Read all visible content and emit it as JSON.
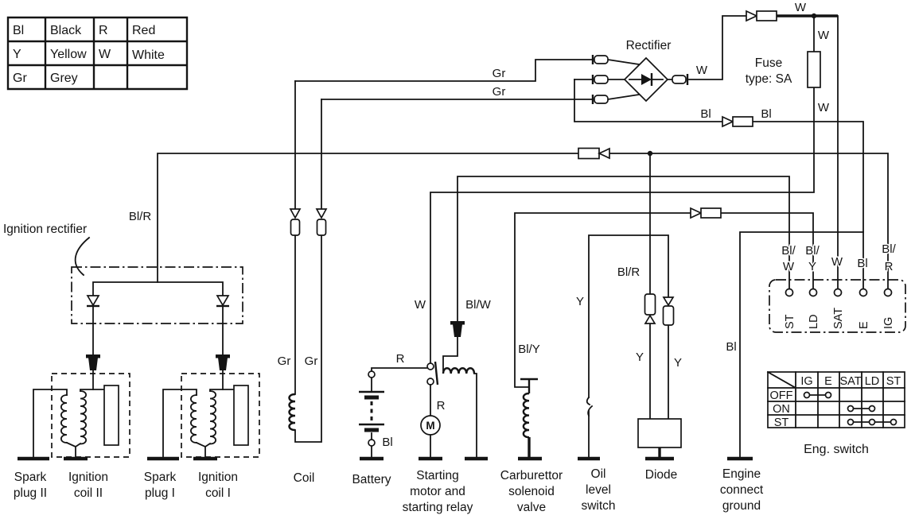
{
  "legend": {
    "rows": [
      [
        "Bl",
        "Black",
        "R",
        "Red"
      ],
      [
        "Y",
        "Yellow",
        "W",
        "White"
      ],
      [
        "Gr",
        "Grey",
        "",
        ""
      ]
    ]
  },
  "components": {
    "rectifier": "Rectifier",
    "fuse": {
      "line1": "Fuse",
      "line2": "type: SA"
    },
    "ignition_rectifier": "Ignition rectifier",
    "spark_plug_2": {
      "line1": "Spark",
      "line2": "plug II"
    },
    "ignition_coil_2": {
      "line1": "Ignition",
      "line2": "coil II"
    },
    "spark_plug_1": {
      "line1": "Spark",
      "line2": "plug I"
    },
    "ignition_coil_1": {
      "line1": "Ignition",
      "line2": "coil I"
    },
    "coil": "Coil",
    "battery": "Battery",
    "starting_motor": {
      "line1": "Starting",
      "line2": "motor and",
      "line3": "starting relay"
    },
    "carburettor": {
      "line1": "Carburettor",
      "line2": "solenoid",
      "line3": "valve"
    },
    "oil_switch": {
      "line1": "Oil",
      "line2": "level",
      "line3": "switch"
    },
    "diode": "Diode",
    "engine_ground": {
      "line1": "Engine",
      "line2": "connect",
      "line3": "ground"
    },
    "eng_switch": "Eng. switch",
    "motor_letter": "M"
  },
  "wire_labels": {
    "gr_top_1": "Gr",
    "gr_top_2": "Gr",
    "w_main": "W",
    "w_fuse_upper": "W",
    "w_fuse_lower": "W",
    "w_rectifier_out": "W",
    "bl_rectifier_left": "Bl",
    "bl_rectifier_right": "Bl",
    "bl_r_ignition": "Bl/R",
    "gr_coil_left": "Gr",
    "gr_coil_right": "Gr",
    "w_starting": "W",
    "bl_w_starting": "Bl/W",
    "r_battery": "R",
    "r_motor": "R",
    "bl_battery": "Bl",
    "bl_y_carburettor": "Bl/Y",
    "bl_r_diode": "Bl/R",
    "y_oil": "Y",
    "y_diode_left": "Y",
    "y_diode_right": "Y",
    "bl_engine": "Bl"
  },
  "connector_block": {
    "terminals": [
      "ST",
      "LD",
      "SAT",
      "E",
      "IG"
    ],
    "wire_labels": [
      [
        "Bl/",
        "W"
      ],
      [
        "Bl/",
        "Y"
      ],
      [
        "W"
      ],
      [
        "Bl"
      ],
      [
        "Bl/",
        "R"
      ]
    ]
  },
  "eng_switch_table": {
    "col_headers": [
      "IG",
      "E",
      "SAT",
      "LD",
      "ST"
    ],
    "row_headers": [
      "OFF",
      "ON",
      "ST"
    ],
    "connections": [
      {
        "row": "OFF",
        "between": [
          "IG",
          "E"
        ]
      },
      {
        "row": "ON",
        "between": [
          "SAT",
          "LD"
        ]
      },
      {
        "row": "ST",
        "between": [
          "SAT",
          "LD",
          "ST"
        ]
      }
    ]
  },
  "colors": {
    "line": "#141414",
    "background": "#ffffff"
  }
}
